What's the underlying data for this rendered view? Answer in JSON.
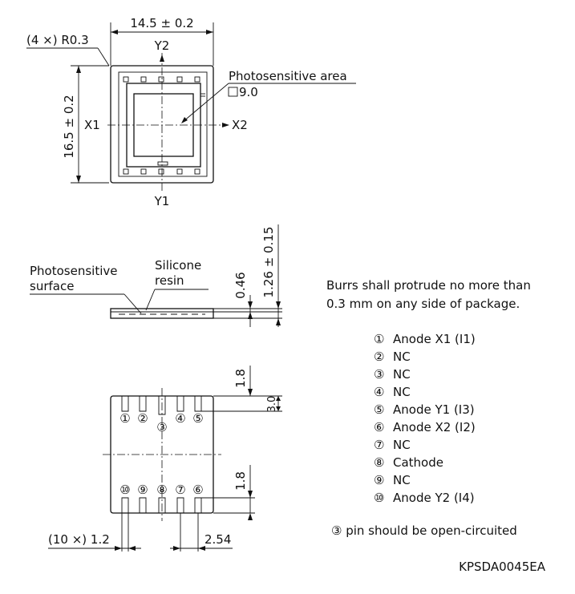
{
  "dims": {
    "width": "14.5 ± 0.2",
    "corner": "(4 ×) R0.3",
    "height": "16.5 ± 0.2",
    "resin_thickness": "0.46",
    "total_thickness": "1.26 ± 0.15",
    "pad_to_edge_top": "1.8",
    "pad_length": "3.0",
    "pad_to_edge_bottom": "1.8",
    "pad_width": "(10 ×) 1.2",
    "pitch": "2.54"
  },
  "axes": {
    "y_top": "Y2",
    "y_bottom": "Y1",
    "x_left": "X1",
    "x_right": "X2"
  },
  "labels": {
    "photosensitive_area": "Photosensitive area",
    "photosensitive_area_size": "9.0",
    "photosensitive_surface_line1": "Photosensitive",
    "photosensitive_surface_line2": "surface",
    "silicone_line1": "Silicone",
    "silicone_line2": "resin"
  },
  "notes": {
    "burrs_line1": "Burrs shall protrude no more than",
    "burrs_line2": "0.3 mm on any side of package.",
    "pin3_note": "③ pin should be open-circuited",
    "drawing_code": "KPSDA0045EA"
  },
  "pins": [
    {
      "num": "①",
      "name": "Anode X1 (I1)"
    },
    {
      "num": "②",
      "name": "NC"
    },
    {
      "num": "③",
      "name": "NC"
    },
    {
      "num": "④",
      "name": "NC"
    },
    {
      "num": "⑤",
      "name": "Anode Y1 (I3)"
    },
    {
      "num": "⑥",
      "name": "Anode X2 (I2)"
    },
    {
      "num": "⑦",
      "name": "NC"
    },
    {
      "num": "⑧",
      "name": "Cathode"
    },
    {
      "num": "⑨",
      "name": "NC"
    },
    {
      "num": "⑩",
      "name": "Anode Y2 (I4)"
    }
  ],
  "pad_numbers_top": [
    "①",
    "②",
    "③",
    "④",
    "⑤"
  ],
  "pad_numbers_bottom": [
    "⑩",
    "⑨",
    "⑧",
    "⑦",
    "⑥"
  ]
}
